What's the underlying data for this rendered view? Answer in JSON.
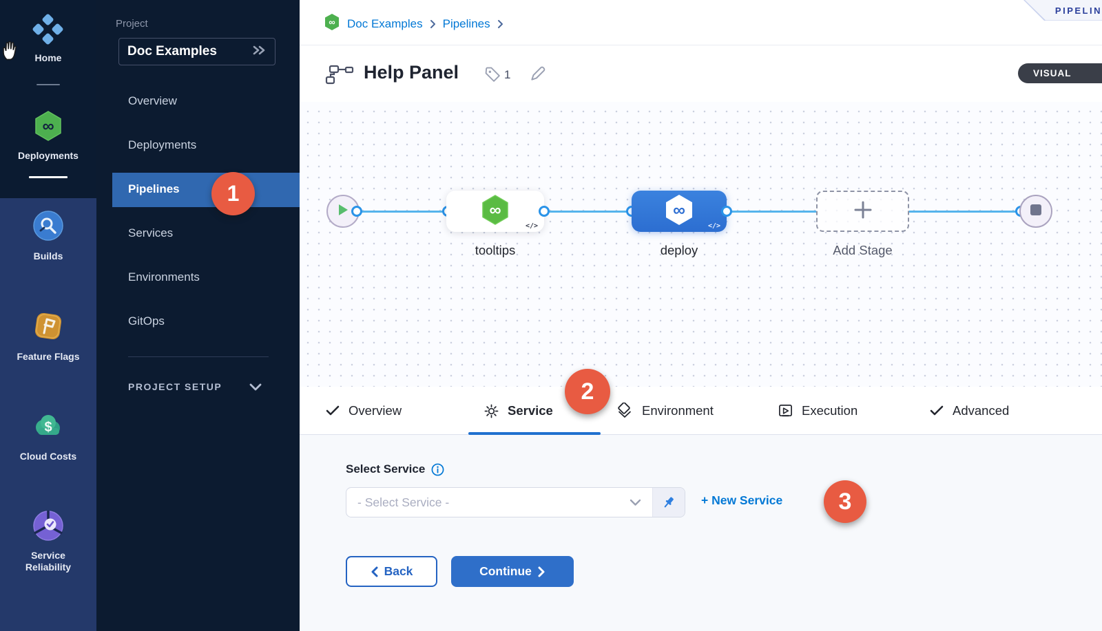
{
  "module_nav": {
    "items": [
      {
        "label": "Home",
        "icon": "home-icon"
      },
      {
        "label": "Deployments",
        "icon": "deployments-icon"
      },
      {
        "label": "Builds",
        "icon": "builds-icon"
      },
      {
        "label": "Feature Flags",
        "icon": "feature-flags-icon"
      },
      {
        "label": "Cloud Costs",
        "icon": "cloud-costs-icon"
      },
      {
        "label": "Service Reliability",
        "icon": "service-reliability-icon",
        "label_line1": "Service",
        "label_line2": "Reliability"
      }
    ]
  },
  "project_sidebar": {
    "section_label": "Project",
    "project_name": "Doc Examples",
    "items": [
      {
        "label": "Overview"
      },
      {
        "label": "Deployments"
      },
      {
        "label": "Pipelines",
        "selected": true
      },
      {
        "label": "Services"
      },
      {
        "label": "Environments"
      },
      {
        "label": "GitOps"
      }
    ],
    "setup_label": "PROJECT SETUP"
  },
  "breadcrumb": {
    "crumb1": "Doc Examples",
    "crumb2": "Pipelines"
  },
  "ribbon": {
    "label": "PIPELIN"
  },
  "header": {
    "title": "Help Panel",
    "tag_count": "1",
    "mode_label": "VISUAL"
  },
  "canvas": {
    "stage1": "tooltips",
    "stage2": "deploy",
    "add_stage": "Add Stage",
    "code_glyph": "</>"
  },
  "tabs": {
    "items": [
      {
        "label": "Overview"
      },
      {
        "label": "Service",
        "selected": true
      },
      {
        "label": "Environment"
      },
      {
        "label": "Execution"
      },
      {
        "label": "Advanced"
      }
    ]
  },
  "service_panel": {
    "label": "Select Service",
    "placeholder": "- Select Service -",
    "new_service": "+ New Service",
    "back": "Back",
    "continue": "Continue"
  },
  "annotations": {
    "step1": "1",
    "step2": "2",
    "step3": "3"
  },
  "colors": {
    "accent_blue": "#0278d5",
    "badge_red": "#e85b42",
    "selected_nav_blue": "#3068b0",
    "continue_blue": "#2f6fc9",
    "flow_line_blue": "#56b4ec"
  },
  "icons": [
    "home-icon",
    "deployments-icon",
    "builds-icon",
    "feature-flags-icon",
    "cloud-costs-icon",
    "service-reliability-icon",
    "harness-hexagon-icon",
    "pipeline-flow-icon",
    "tag-icon",
    "edit-pencil-icon",
    "check-icon",
    "gear-icon",
    "environment-icon",
    "execution-icon",
    "info-icon",
    "chevron-down-icon",
    "double-chevron-icon",
    "pin-icon",
    "play-icon",
    "stop-icon",
    "plus-icon",
    "cursor-hand-icon"
  ]
}
